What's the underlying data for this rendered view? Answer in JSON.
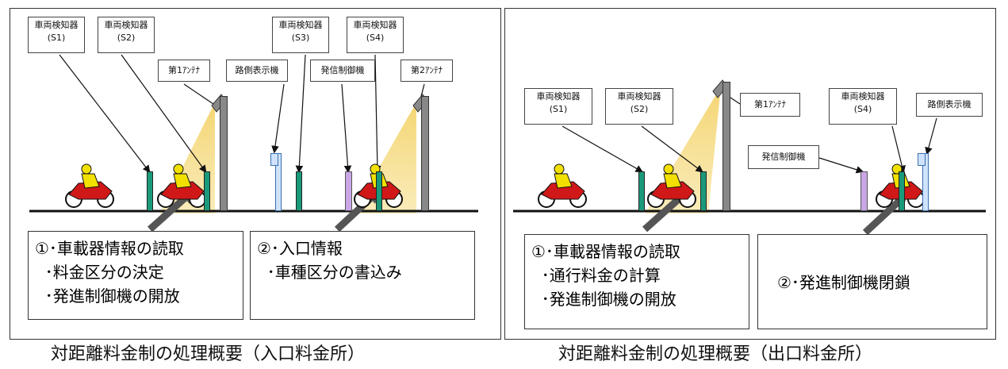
{
  "left": {
    "labels": {
      "s1": "車両検知器\n(S1)",
      "s2": "車両検知器\n(S2)",
      "s3": "車両検知器\n(S3)",
      "s4": "車両検知器\n(S4)",
      "antenna1": "第1ｱﾝﾃﾅ",
      "roadside_display": "路側表示機",
      "controller": "発信制御機",
      "antenna2": "第2ｱﾝﾃﾅ"
    },
    "process1": "①･車載器情報の読取\n  ･料金区分の決定\n  ･発進制御機の開放",
    "process2": "②･入口情報\n  ･車種区分の書込み",
    "caption": "対距離料金制の処理概要（入口料金所）"
  },
  "right": {
    "labels": {
      "s1": "車両検知器\n(S1)",
      "s2": "車両検知器\n(S2)",
      "antenna1": "第1ｱﾝﾃﾅ",
      "s4": "車両検知器\n(S4)",
      "roadside_display": "路側表示機",
      "controller": "発信制御機"
    },
    "process1": "①･車載器情報の読取\n  ･通行料金の計算\n  ･発進制御機の開放",
    "process2": "②･発進制御機閉鎖",
    "caption": "対距離料金制の処理概要（出口料金所）"
  },
  "colors": {
    "sensor": "#1a9a7a",
    "antenna_beam": "#f4d36b",
    "display": "#cfe3ff",
    "controller": "#c9a6e6",
    "motorcycle": "#d01818",
    "rider": "#f2e000",
    "arrow": "#555555"
  },
  "icons": [
    "motorcycle-icon",
    "antenna-icon",
    "vehicle-sensor-icon",
    "roadside-display-icon",
    "departure-controller-icon"
  ]
}
